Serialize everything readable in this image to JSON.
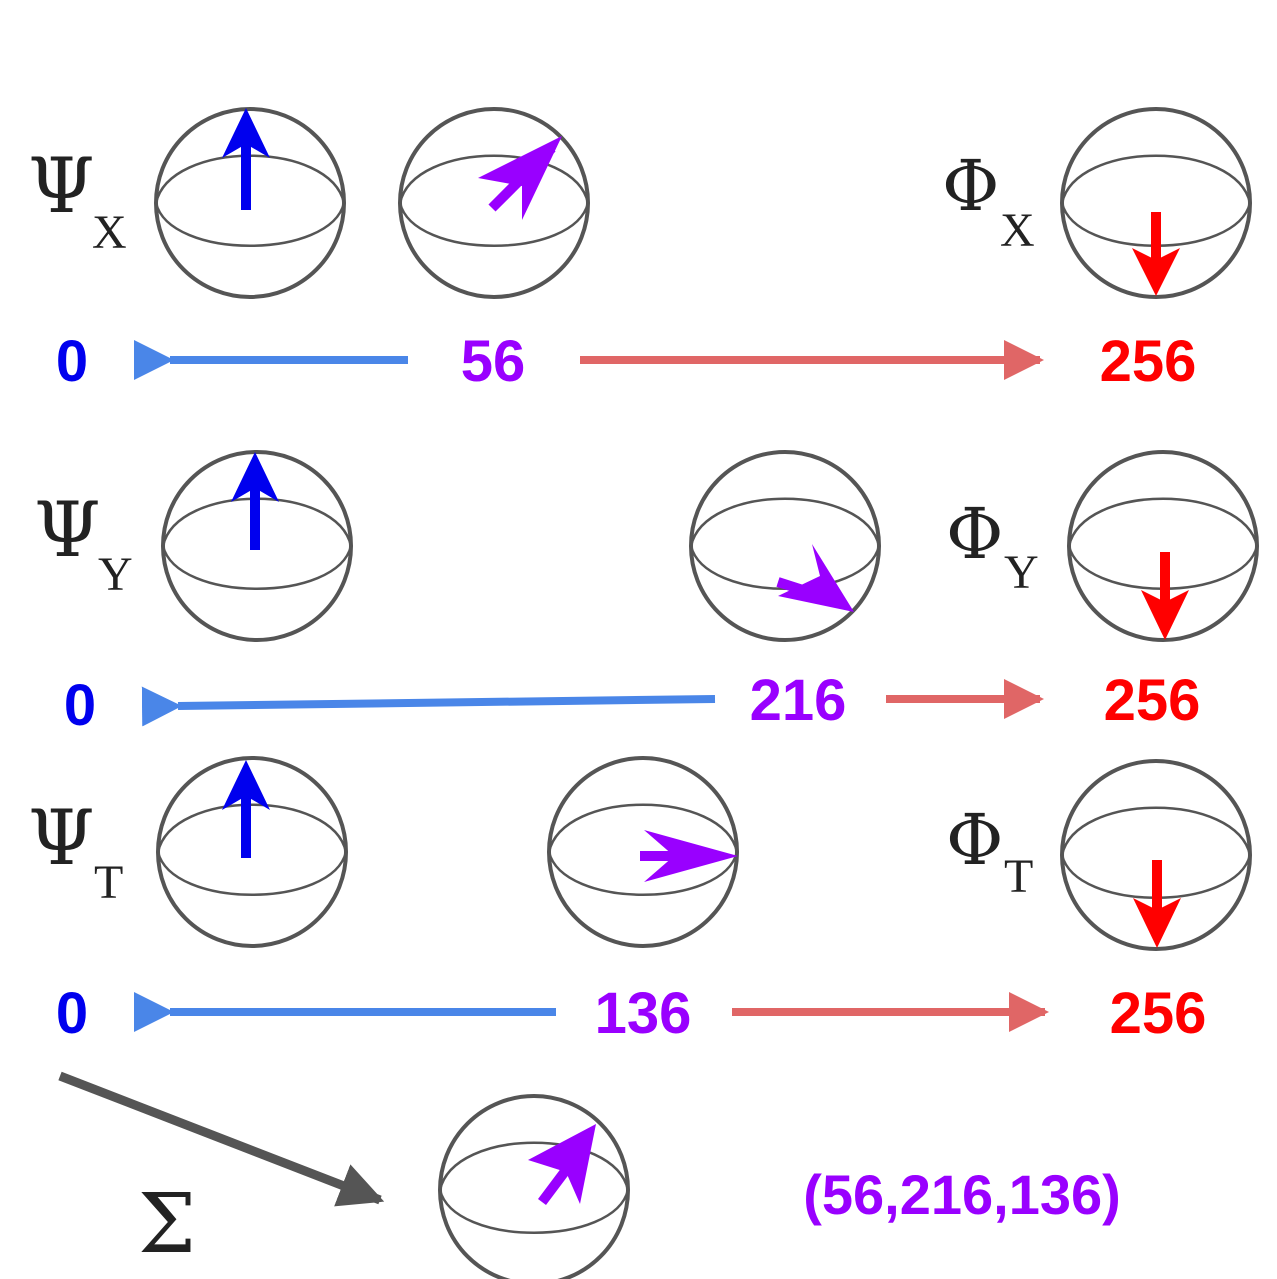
{
  "colors": {
    "psi": "#0000ee",
    "phi": "#ff0000",
    "mix": "#9900ff",
    "arrow_left": "#4a86e8",
    "arrow_right": "#e06666",
    "sphere": "#555555",
    "sum_arrow": "#555555"
  },
  "rows": [
    {
      "psi_symbol": "Ψ",
      "psi_sub": "X",
      "phi_symbol": "Φ",
      "phi_sub": "X",
      "left_value": "0",
      "mid_value": "56",
      "right_value": "256",
      "mix_fraction": 0.219
    },
    {
      "psi_symbol": "Ψ",
      "psi_sub": "Y",
      "phi_symbol": "Φ",
      "phi_sub": "Y",
      "left_value": "0",
      "mid_value": "216",
      "right_value": "256",
      "mix_fraction": 0.844
    },
    {
      "psi_symbol": "Ψ",
      "psi_sub": "T",
      "phi_symbol": "Φ",
      "phi_sub": "T",
      "left_value": "0",
      "mid_value": "136",
      "right_value": "256",
      "mix_fraction": 0.531
    }
  ],
  "sum": {
    "symbol": "Σ",
    "result": "(56,216,136)"
  }
}
